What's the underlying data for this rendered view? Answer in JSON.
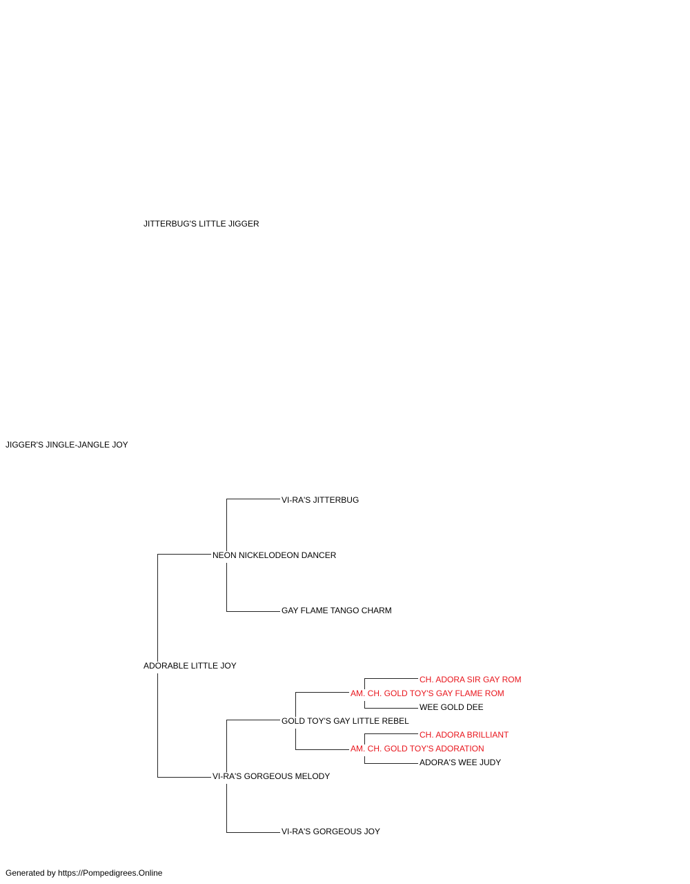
{
  "pedigree": {
    "subject": "JIGGER'S JINGLE-JANGLE JOY",
    "sire": "JITTERBUG'S LITTLE JIGGER",
    "dam": "ADORABLE LITTLE JOY",
    "dam_sire": "NEON NICKELODEON DANCER",
    "dam_sire_sire": "VI-RA'S JITTERBUG",
    "dam_sire_dam": "GAY FLAME TANGO CHARM",
    "dam_dam": "VI-RA'S GORGEOUS MELODY",
    "dam_dam_sire": "GOLD TOY'S GAY LITTLE REBEL",
    "dam_dam_sire_sire": "AM. CH. GOLD TOY'S GAY FLAME ROM",
    "dam_dam_sire_sire_sire": "CH. ADORA SIR GAY ROM",
    "dam_dam_sire_sire_dam": "WEE GOLD DEE",
    "dam_dam_sire_dam": "AM. CH. GOLD TOY'S ADORATION",
    "dam_dam_sire_dam_sire": "CH. ADORA BRILLIANT",
    "dam_dam_sire_dam_dam": "ADORA'S WEE JUDY",
    "dam_dam_dam": "VI-RA'S GORGEOUS JOY"
  },
  "footer": "Generated by https://Pompedigrees.Online",
  "colors": {
    "champion": "#e8141b",
    "default": "#000000",
    "line": "#222222"
  }
}
